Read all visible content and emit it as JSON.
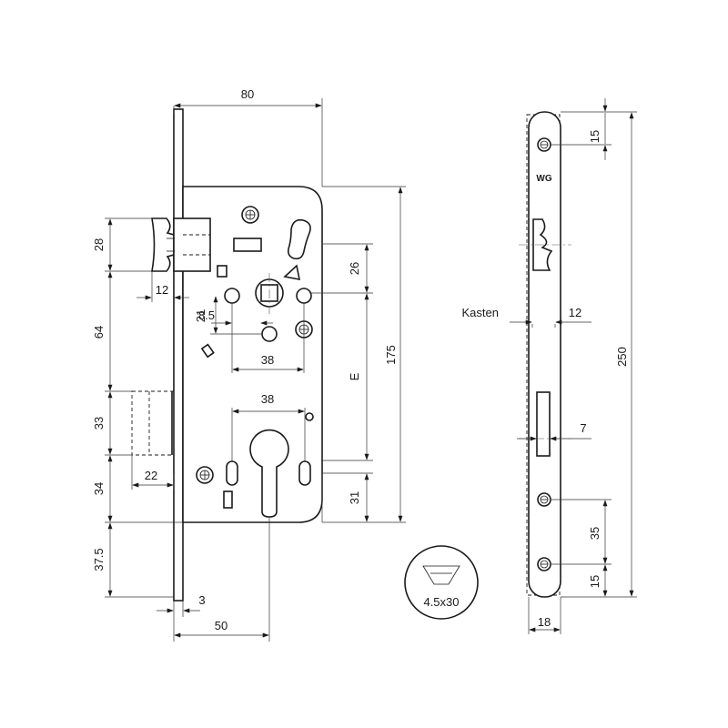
{
  "logo_text": "WG",
  "screw_label": "4.5x30",
  "side_label": "Kasten",
  "dims": {
    "width_80": "80",
    "latch_28": "28",
    "latch_12": "12",
    "d_26": "26",
    "d_21": "21",
    "d_8_5": "8.5",
    "d_38_top": "38",
    "d_64": "64",
    "d_E": "E",
    "d_175": "175",
    "d_38_cyl": "38",
    "d_33": "33",
    "d_22": "22",
    "d_34": "34",
    "d_31": "31",
    "d_37_5": "37.5",
    "d_3": "3",
    "d_50": "50",
    "d_15_top": "15",
    "d_12_side": "12",
    "d_7": "7",
    "d_250": "250",
    "d_35": "35",
    "d_15_bot": "15",
    "d_18": "18"
  }
}
